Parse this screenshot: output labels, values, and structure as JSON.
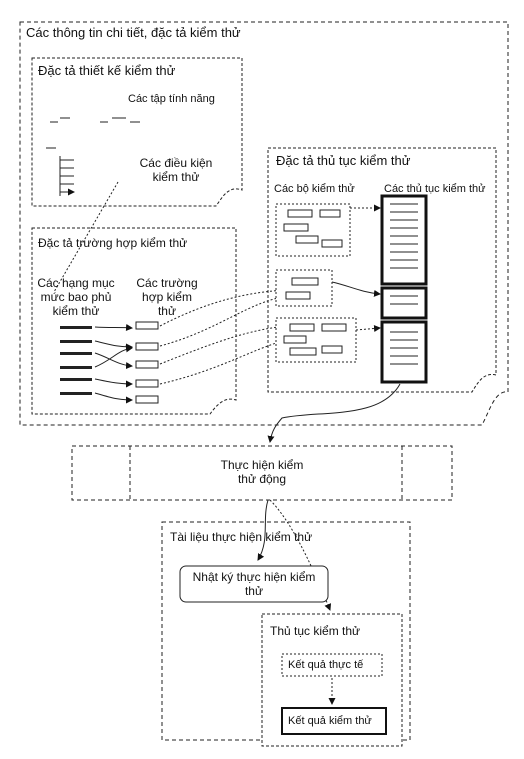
{
  "outer_title": "Các thông tin chi tiết, đặc tả kiểm thử",
  "design_spec": {
    "title": "Đặc tả thiết kế kiểm thử",
    "features_label": "Các tập tính năng",
    "conditions_label": "Các điều kiện kiểm thử"
  },
  "case_spec": {
    "title": "Đặc tả trường hợp kiểm thử",
    "coverage_label": "Các hạng mục mức bao phủ kiểm thử",
    "cases_label": "Các trường hợp kiểm thử"
  },
  "procedure_spec": {
    "title": "Đặc tả thủ tục kiểm thử",
    "suites_label": "Các bộ kiểm thử",
    "procedures_label": "Các thủ tục kiểm thử"
  },
  "execution": {
    "label": "Thực hiện kiểm thử động"
  },
  "exec_docs": {
    "title": "Tài liệu thực hiện kiểm thử",
    "log_label": "Nhật ký thực hiện kiểm thử"
  },
  "procedure_box": {
    "title": "Thủ tục kiểm thử",
    "actual_label": "Kết quả thực tế",
    "result_label": "Kết quả kiểm thử"
  }
}
